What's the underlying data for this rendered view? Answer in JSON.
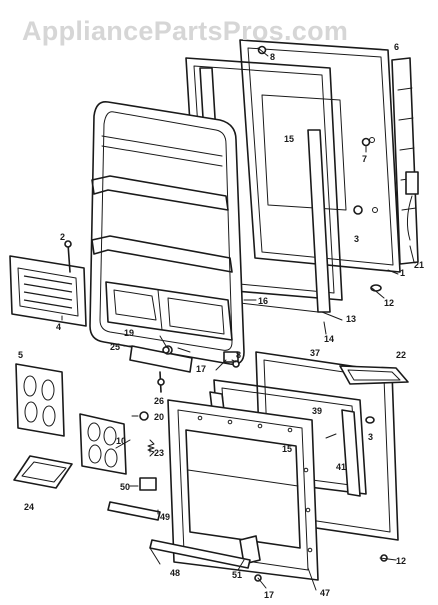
{
  "watermark": {
    "text": "AppliancePartsPros.com"
  },
  "callouts": {
    "c1": "1",
    "c2": "2",
    "c3": "3",
    "c3b": "3",
    "c4": "4",
    "c5": "5",
    "c6": "6",
    "c7": "7",
    "c8": "8",
    "c8b": "8",
    "c10": "10",
    "c12": "12",
    "c12b": "12",
    "c13": "13",
    "c14": "14",
    "c15": "15",
    "c15b": "15",
    "c16": "16",
    "c17": "17",
    "c17b": "17",
    "c19": "19",
    "c20": "20",
    "c21": "21",
    "c22": "22",
    "c23": "23",
    "c24": "24",
    "c25": "25",
    "c26": "26",
    "c37": "37",
    "c39": "39",
    "c41": "41",
    "c47": "47",
    "c48": "48",
    "c49": "49",
    "c50": "50",
    "c51": "51"
  }
}
